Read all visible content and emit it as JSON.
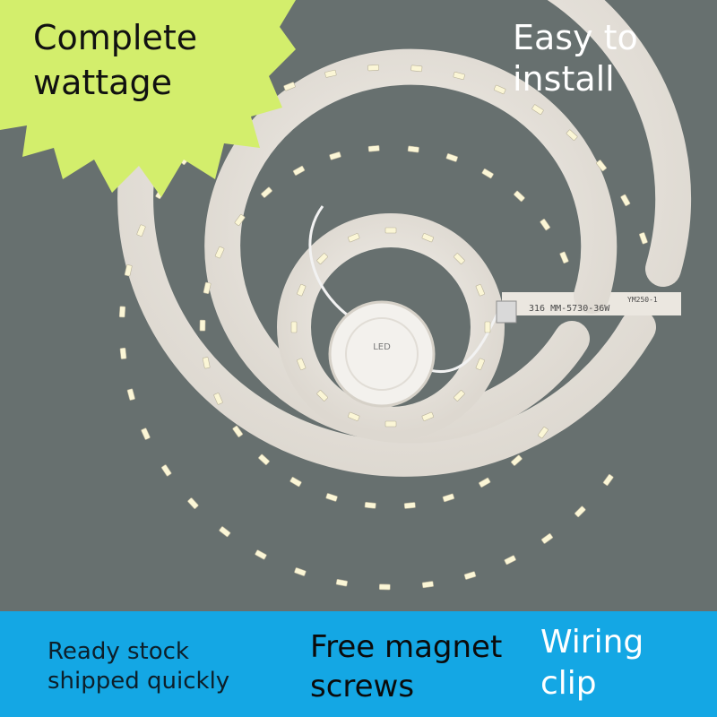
{
  "badge": {
    "line1": "Complete",
    "line2": "wattage",
    "color": "#d3ee6c"
  },
  "top_right": {
    "line1": "Easy to",
    "line2": "install"
  },
  "pcb": {
    "label_a": "316 MM-5730-36W",
    "label_b": "YM250-1",
    "driver_text": "LED"
  },
  "footer": {
    "color": "#14a7e4",
    "items": [
      {
        "line1": "Ready stock",
        "line2": "shipped quickly"
      },
      {
        "line1": "Free magnet",
        "line2": "screws"
      },
      {
        "line1": "Wiring",
        "line2": "clip"
      }
    ]
  }
}
